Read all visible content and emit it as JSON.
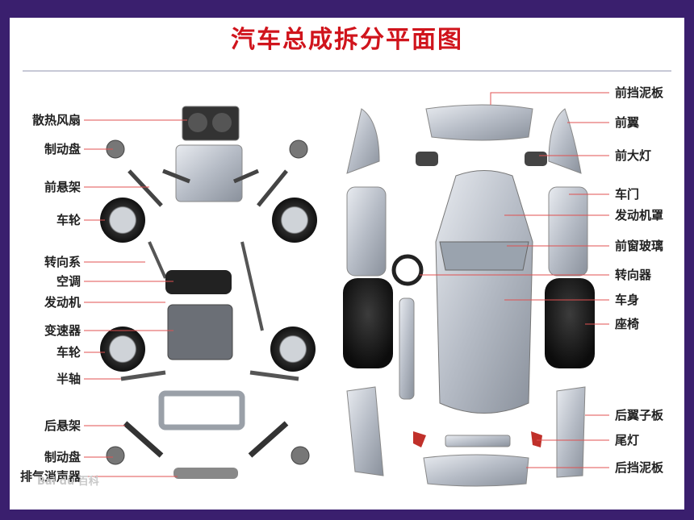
{
  "title": "汽车总成拆分平面图",
  "left_labels": [
    {
      "id": "radiator-fan",
      "text": "散热风扇"
    },
    {
      "id": "brake-disc-front",
      "text": "制动盘"
    },
    {
      "id": "front-suspension",
      "text": "前悬架"
    },
    {
      "id": "wheel-front",
      "text": "车轮"
    },
    {
      "id": "steering-system",
      "text": "转向系"
    },
    {
      "id": "air-conditioner",
      "text": "空调"
    },
    {
      "id": "engine",
      "text": "发动机"
    },
    {
      "id": "transmission",
      "text": "变速器"
    },
    {
      "id": "wheel-rear",
      "text": "车轮"
    },
    {
      "id": "half-shaft",
      "text": "半轴"
    },
    {
      "id": "rear-suspension",
      "text": "后悬架"
    },
    {
      "id": "brake-disc-rear",
      "text": "制动盘"
    },
    {
      "id": "exhaust-muffler",
      "text": "排气消声器"
    }
  ],
  "right_labels": [
    {
      "id": "front-bumper",
      "text": "前挡泥板"
    },
    {
      "id": "front-fender",
      "text": "前翼"
    },
    {
      "id": "headlight",
      "text": "前大灯"
    },
    {
      "id": "door",
      "text": "车门"
    },
    {
      "id": "hood",
      "text": "发动机罩"
    },
    {
      "id": "windshield",
      "text": "前窗玻璃"
    },
    {
      "id": "steering-wheel",
      "text": "转向器"
    },
    {
      "id": "body",
      "text": "车身"
    },
    {
      "id": "seat",
      "text": "座椅"
    },
    {
      "id": "rear-fender",
      "text": "后翼子板"
    },
    {
      "id": "tail-light",
      "text": "尾灯"
    },
    {
      "id": "rear-bumper",
      "text": "后挡泥板"
    }
  ],
  "watermark": "Bai du 百科",
  "colors": {
    "frame": "#3a1f6e",
    "title": "#d0141c",
    "leader": "#e05050",
    "metal": "#b8bec8"
  }
}
